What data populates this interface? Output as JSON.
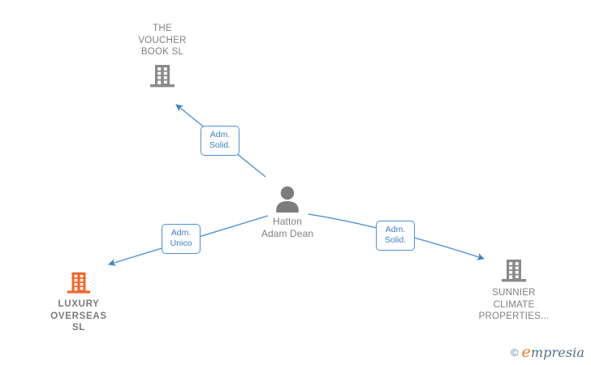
{
  "graph": {
    "background_color": "#ffffff",
    "edge_color": "#4A90D9",
    "company_color": "#808080",
    "highlight_color": "#F4662B",
    "nodes": [
      {
        "id": "voucher-book",
        "type": "company",
        "label": "THE\nVOUCHER\nBOOK  SL",
        "icon": "building-icon",
        "icon_color": "#8a8a8a",
        "label_position": "above",
        "highlighted": false
      },
      {
        "id": "person-hatton",
        "type": "person",
        "label": "Hatton\nAdam Dean",
        "icon": "person-icon",
        "icon_color": "#7d7d7d",
        "label_position": "below",
        "highlighted": false
      },
      {
        "id": "luxury-overseas",
        "type": "company",
        "label": "LUXURY\nOVERSEAS\nSL",
        "icon": "building-icon",
        "icon_color": "#F4662B",
        "label_position": "below",
        "highlighted": true
      },
      {
        "id": "sunnier-climate",
        "type": "company",
        "label": "SUNNIER\nCLIMATE\nPROPERTIES...",
        "icon": "building-icon",
        "icon_color": "#8a8a8a",
        "label_position": "below",
        "highlighted": false
      }
    ],
    "edges": [
      {
        "id": "edge-voucher",
        "from": "person-hatton",
        "to": "voucher-book",
        "label": "Adm.\nSolid."
      },
      {
        "id": "edge-luxury",
        "from": "person-hatton",
        "to": "luxury-overseas",
        "label": "Adm.\nUnico"
      },
      {
        "id": "edge-sunnier",
        "from": "person-hatton",
        "to": "sunnier-climate",
        "label": "Adm.\nSolid."
      }
    ]
  },
  "watermark": {
    "copyright": "©",
    "lead_letter": "e",
    "rest": "mpresia"
  }
}
